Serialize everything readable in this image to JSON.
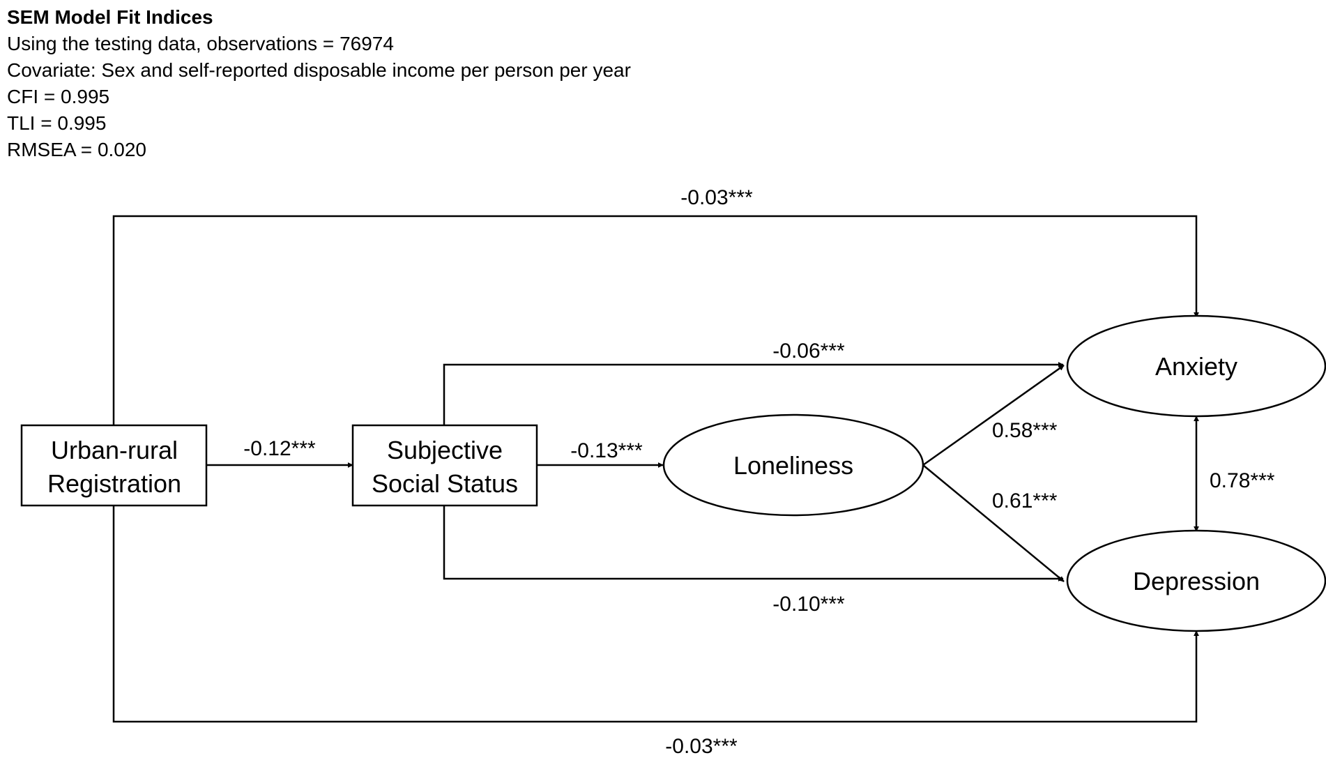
{
  "header": {
    "title": "SEM Model Fit Indices",
    "lines": [
      "Using the testing data, observations = 76974",
      "Covariate: Sex and self-reported disposable income per person per year",
      "CFI = 0.995",
      "TLI = 0.995",
      "RMSEA = 0.020"
    ]
  },
  "nodes": {
    "urban_rural": [
      "Urban-rural",
      "Registration"
    ],
    "sss": [
      "Subjective",
      "Social Status"
    ],
    "loneliness": "Loneliness",
    "anxiety": "Anxiety",
    "depression": "Depression"
  },
  "paths": {
    "urban_to_anxiety": "-0.03***",
    "sss_to_anxiety": "-0.06***",
    "urban_to_sss": "-0.12***",
    "sss_to_loneliness": "-0.13***",
    "loneliness_to_anxiety": "0.58***",
    "loneliness_to_depression": "0.61***",
    "anxiety_depression": "0.78***",
    "sss_to_depression": "-0.10***",
    "urban_to_depression": "-0.03***"
  }
}
